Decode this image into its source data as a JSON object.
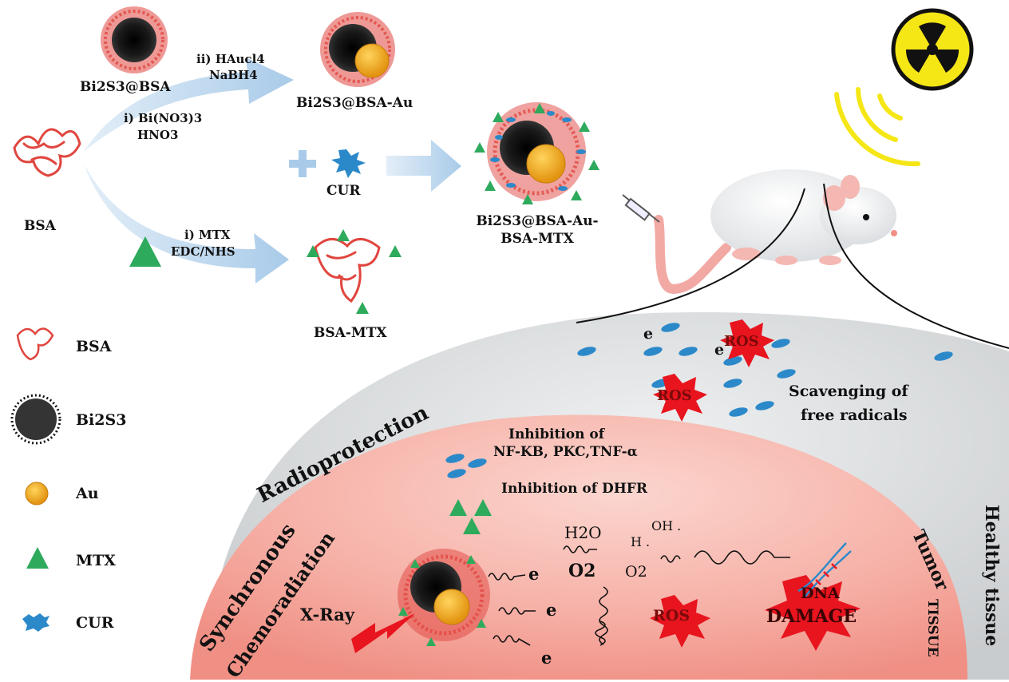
{
  "synthesis": {
    "bi2s3_bsa": "Bi2S3@BSA",
    "bsa": "BSA",
    "step_hau_1": "ii) HAucl4",
    "step_hau_2": "NaBH4",
    "step_bi_1": "i) Bi(NO3)3",
    "step_bi_2": "HNO3",
    "step_mtx_1": "i) MTX",
    "step_mtx_2": "EDC/NHS",
    "bi2s3_bsa_au": "Bi2S3@BSA-Au",
    "cur": "CUR",
    "final_1": "Bi2S3@BSA-Au-",
    "final_2": "BSA-MTX",
    "bsa_mtx": "BSA-MTX"
  },
  "legend": {
    "items": [
      {
        "label": "BSA",
        "icon": "bsa-protein-icon"
      },
      {
        "label": "Bi2S3",
        "icon": "bi2s3-particle-icon"
      },
      {
        "label": "Au",
        "icon": "gold-particle-icon"
      },
      {
        "label": "MTX",
        "icon": "mtx-triangle-icon"
      },
      {
        "label": "CUR",
        "icon": "cur-molecule-icon"
      }
    ]
  },
  "healthy": {
    "electron_1": "e",
    "electron_2": "e",
    "ros_1": "ROS",
    "ros_2": "ROS",
    "scavenging_1": "Scavenging of",
    "scavenging_2": "free radicals",
    "radioprotection": "Radioprotection",
    "healthy_tissue": "Healthy tissue"
  },
  "tumor": {
    "inhibition_1": "Inhibition of",
    "inhibition_2": "NF-KB, PKC,TNF-α",
    "inhibition_dhfr": "Inhibition of DHFR",
    "synchronous": "Synchronous",
    "chemoradiation": "Chemoradiation",
    "xray": "X-Ray",
    "h2o": "H2O",
    "o2": "O2",
    "oh": "OH .",
    "h": "H .",
    "o2_radical": "O2",
    "e1": "e",
    "e2": "e",
    "e3": "e",
    "ros": "ROS",
    "dna_1": "DNA",
    "dna_2": "DAMAGE",
    "tumor": "Tumor",
    "tissue": "TISSUE"
  },
  "colors": {
    "bsa_red": "#e0463f",
    "core_black": "#111111",
    "gold": "#f0a71c",
    "mtx_green": "#2eaa5c",
    "cur_blue": "#2c89c9",
    "arrow_blue": "#bcd6ee",
    "ros_red": "#e8141e",
    "tumor_pink": "#f6aaa2",
    "healthy_gray": "#dadcde",
    "radiation_yellow": "#f5e616"
  }
}
